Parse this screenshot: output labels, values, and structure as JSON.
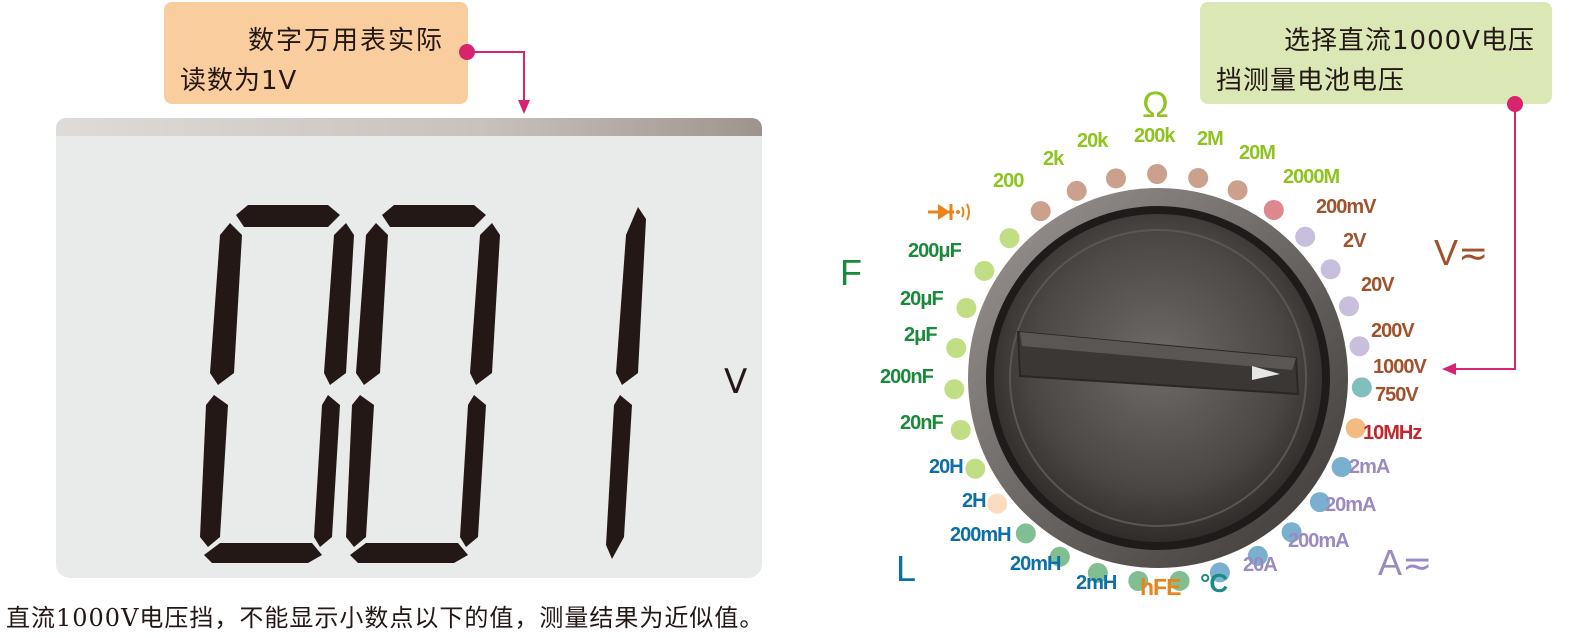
{
  "callouts": {
    "reading": {
      "line1": "数字万用表实际",
      "line2": "读数为1V"
    },
    "range": {
      "line1": "选择直流1000V电压",
      "line2": "挡测量电池电压"
    }
  },
  "display": {
    "digits": "001",
    "unit": "V"
  },
  "caption": "直流1000V电压挡，不能显示小数点以下的值，测量结果为近似值。",
  "dial": {
    "group_labels": {
      "ohm": "Ω",
      "volt": "V≂",
      "amp": "A≂",
      "farad": "F",
      "henry": "L"
    },
    "ranges": [
      {
        "label": "200",
        "color": "#8fc31f"
      },
      {
        "label": "2k",
        "color": "#8fc31f"
      },
      {
        "label": "20k",
        "color": "#8fc31f"
      },
      {
        "label": "200k",
        "color": "#8fc31f"
      },
      {
        "label": "2M",
        "color": "#8fc31f"
      },
      {
        "label": "20M",
        "color": "#8fc31f"
      },
      {
        "label": "2000M",
        "color": "#8fc31f"
      },
      {
        "label": "200mV",
        "color": "#a0522d"
      },
      {
        "label": "2V",
        "color": "#a0522d"
      },
      {
        "label": "20V",
        "color": "#a0522d"
      },
      {
        "label": "200V",
        "color": "#a0522d"
      },
      {
        "label": "1000V",
        "color": "#a0522d"
      },
      {
        "label": "750V",
        "color": "#a0522d"
      },
      {
        "label": "10MHz",
        "color": "#c1272d"
      },
      {
        "label": "2mA",
        "color": "#9b8ac0"
      },
      {
        "label": "20mA",
        "color": "#9b8ac0"
      },
      {
        "label": "200mA",
        "color": "#9b8ac0"
      },
      {
        "label": "20A",
        "color": "#9b8ac0"
      },
      {
        "label": "°C",
        "color": "#1a8a86"
      },
      {
        "label": "hFE",
        "color": "#e8841a"
      },
      {
        "label": "2mH",
        "color": "#0d6fa8"
      },
      {
        "label": "20mH",
        "color": "#0d6fa8"
      },
      {
        "label": "200mH",
        "color": "#0d6fa8"
      },
      {
        "label": "2H",
        "color": "#0d6fa8"
      },
      {
        "label": "20H",
        "color": "#0d6fa8"
      },
      {
        "label": "20nF",
        "color": "#1a8a3a"
      },
      {
        "label": "200nF",
        "color": "#1a8a3a"
      },
      {
        "label": "2μF",
        "color": "#1a8a3a"
      },
      {
        "label": "20μF",
        "color": "#1a8a3a"
      },
      {
        "label": "200μF",
        "color": "#1a8a3a"
      }
    ],
    "diode_icon": "diode-buzzer-icon",
    "selected": "1000V"
  },
  "colors": {
    "accent_pointer": "#d6246e",
    "orange_callout": "#f9cd9e",
    "green_callout": "#dbe8b5"
  }
}
